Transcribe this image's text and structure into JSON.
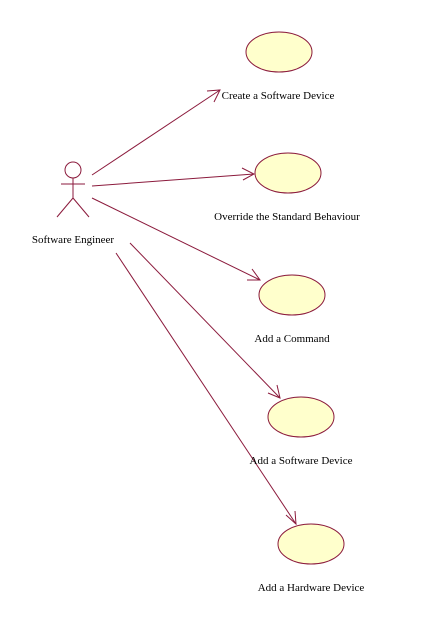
{
  "diagram": {
    "type": "use-case",
    "colors": {
      "line": "#8b1a3c",
      "usecase_fill": "#ffffcc",
      "usecase_stroke": "#8b1a3c",
      "actor_stroke": "#8b1a3c",
      "text": "#000000"
    },
    "actor": {
      "name": "Software Engineer",
      "icon": "stick-figure-actor-icon"
    },
    "use_cases": [
      {
        "id": "uc1",
        "label": "Create a Software Device"
      },
      {
        "id": "uc2",
        "label": "Override the Standard Behaviour"
      },
      {
        "id": "uc3",
        "label": "Add a Command"
      },
      {
        "id": "uc4",
        "label": "Add a Software Device"
      },
      {
        "id": "uc5",
        "label": "Add a Hardware Device"
      }
    ],
    "associations": [
      {
        "from": "actor",
        "to": "uc1",
        "arrow": "open"
      },
      {
        "from": "actor",
        "to": "uc2",
        "arrow": "open"
      },
      {
        "from": "actor",
        "to": "uc3",
        "arrow": "open"
      },
      {
        "from": "actor",
        "to": "uc4",
        "arrow": "open"
      },
      {
        "from": "actor",
        "to": "uc5",
        "arrow": "open"
      }
    ]
  }
}
